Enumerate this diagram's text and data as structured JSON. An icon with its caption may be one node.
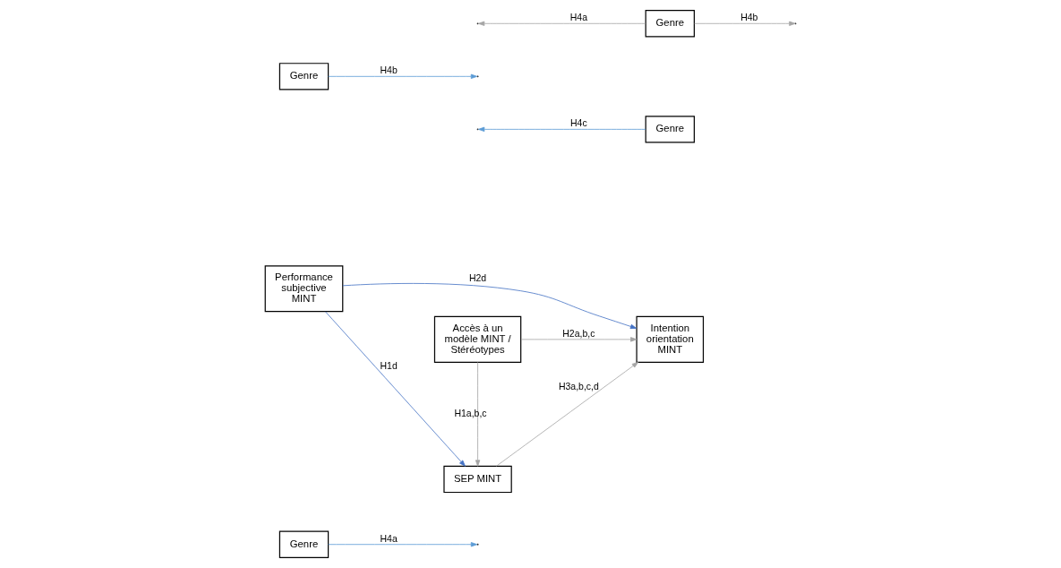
{
  "diagram": {
    "nodes": [
      {
        "text": [
          "Genre"
        ]
      },
      {
        "text": [
          "SEP MINT"
        ]
      },
      {
        "text": [
          "Genre"
        ]
      },
      {
        "text": [
          "Performance subjective MINT"
        ]
      },
      {
        "text": [
          "Intention orientation MINT"
        ]
      },
      {
        "text": [
          "Accès à un modèle MINT / Stéréotypes"
        ]
      },
      {
        "text": [
          "Genre"
        ]
      },
      {
        "text": [
          "Genre"
        ]
      }
    ],
    "edges": [
      {
        "from": 3,
        "to": 1,
        "arrow": "to",
        "label": "H1d",
        "color": "#4472c4"
      },
      {
        "from": 0,
        "to": null,
        "arrow": "to",
        "label": "H4a",
        "color": "#5b9bd5"
      },
      {
        "from": 1,
        "to": 4,
        "arrow": "to",
        "label": "H3a,b,c,d",
        "color": "#a5a5a5"
      },
      {
        "from": 2,
        "to": null,
        "arrow": "to",
        "label": "H4c",
        "color": "#5b9bd5"
      },
      {
        "from": 3,
        "to": 4,
        "arrow": "to",
        "label": "H2d",
        "color": "#4472c4"
      },
      {
        "from": 6,
        "to": null,
        "arrow": "to",
        "label": "H4b",
        "color": "#5b9bd5"
      },
      {
        "from": 5,
        "to": 1,
        "arrow": "to",
        "label": "H1a,b,c",
        "color": "#a5a5a5"
      },
      {
        "from": 7,
        "to": null,
        "arrow": "to",
        "label": "H4a",
        "color": "#a5a5a5"
      },
      {
        "from": 5,
        "to": 4,
        "arrow": "to",
        "label": "H2a,b,c",
        "color": "#a5a5a5"
      },
      {
        "from": 7,
        "to": null,
        "arrow": "to",
        "label": "H4b",
        "color": "#a5a5a5"
      }
    ]
  }
}
